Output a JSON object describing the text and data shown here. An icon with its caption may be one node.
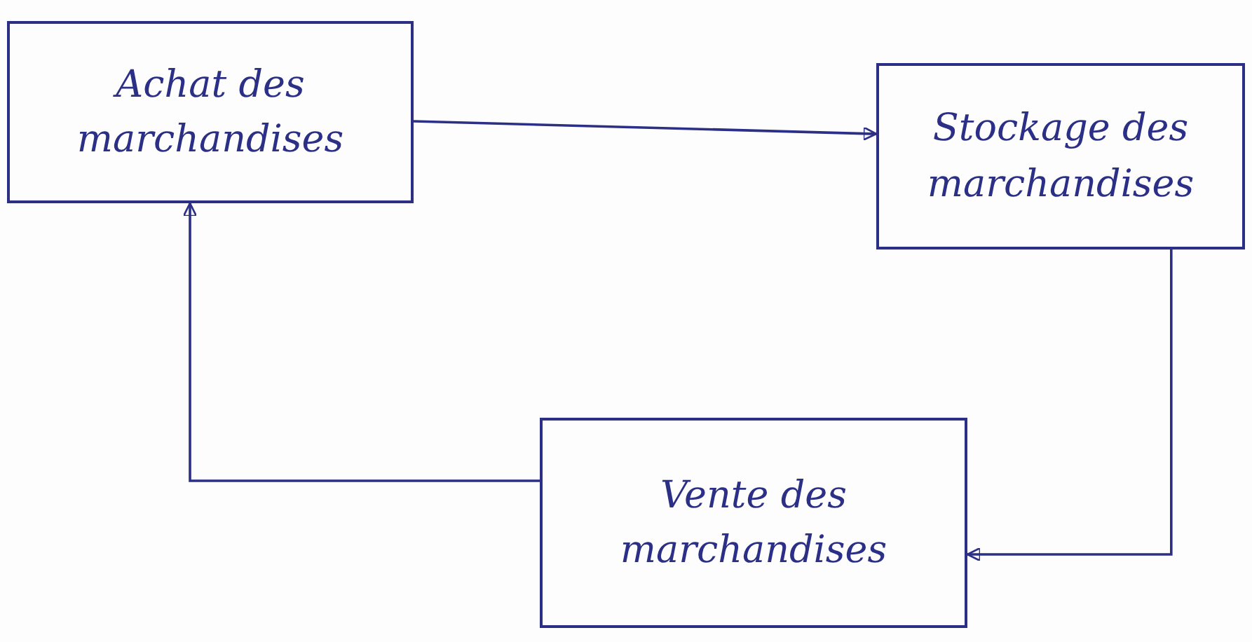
{
  "diagram": {
    "nodes": [
      {
        "text": [
          "Achat des marchandises"
        ]
      },
      {
        "text": [
          "Stockage des marchandises"
        ]
      },
      {
        "text": [
          "Vente des marchandises"
        ]
      }
    ],
    "edges": [
      {
        "from": 0,
        "to": 1,
        "arrow": "to"
      },
      {
        "from": 1,
        "to": 2,
        "arrow": "to"
      },
      {
        "from": 2,
        "to": 0,
        "arrow": "to"
      }
    ]
  }
}
